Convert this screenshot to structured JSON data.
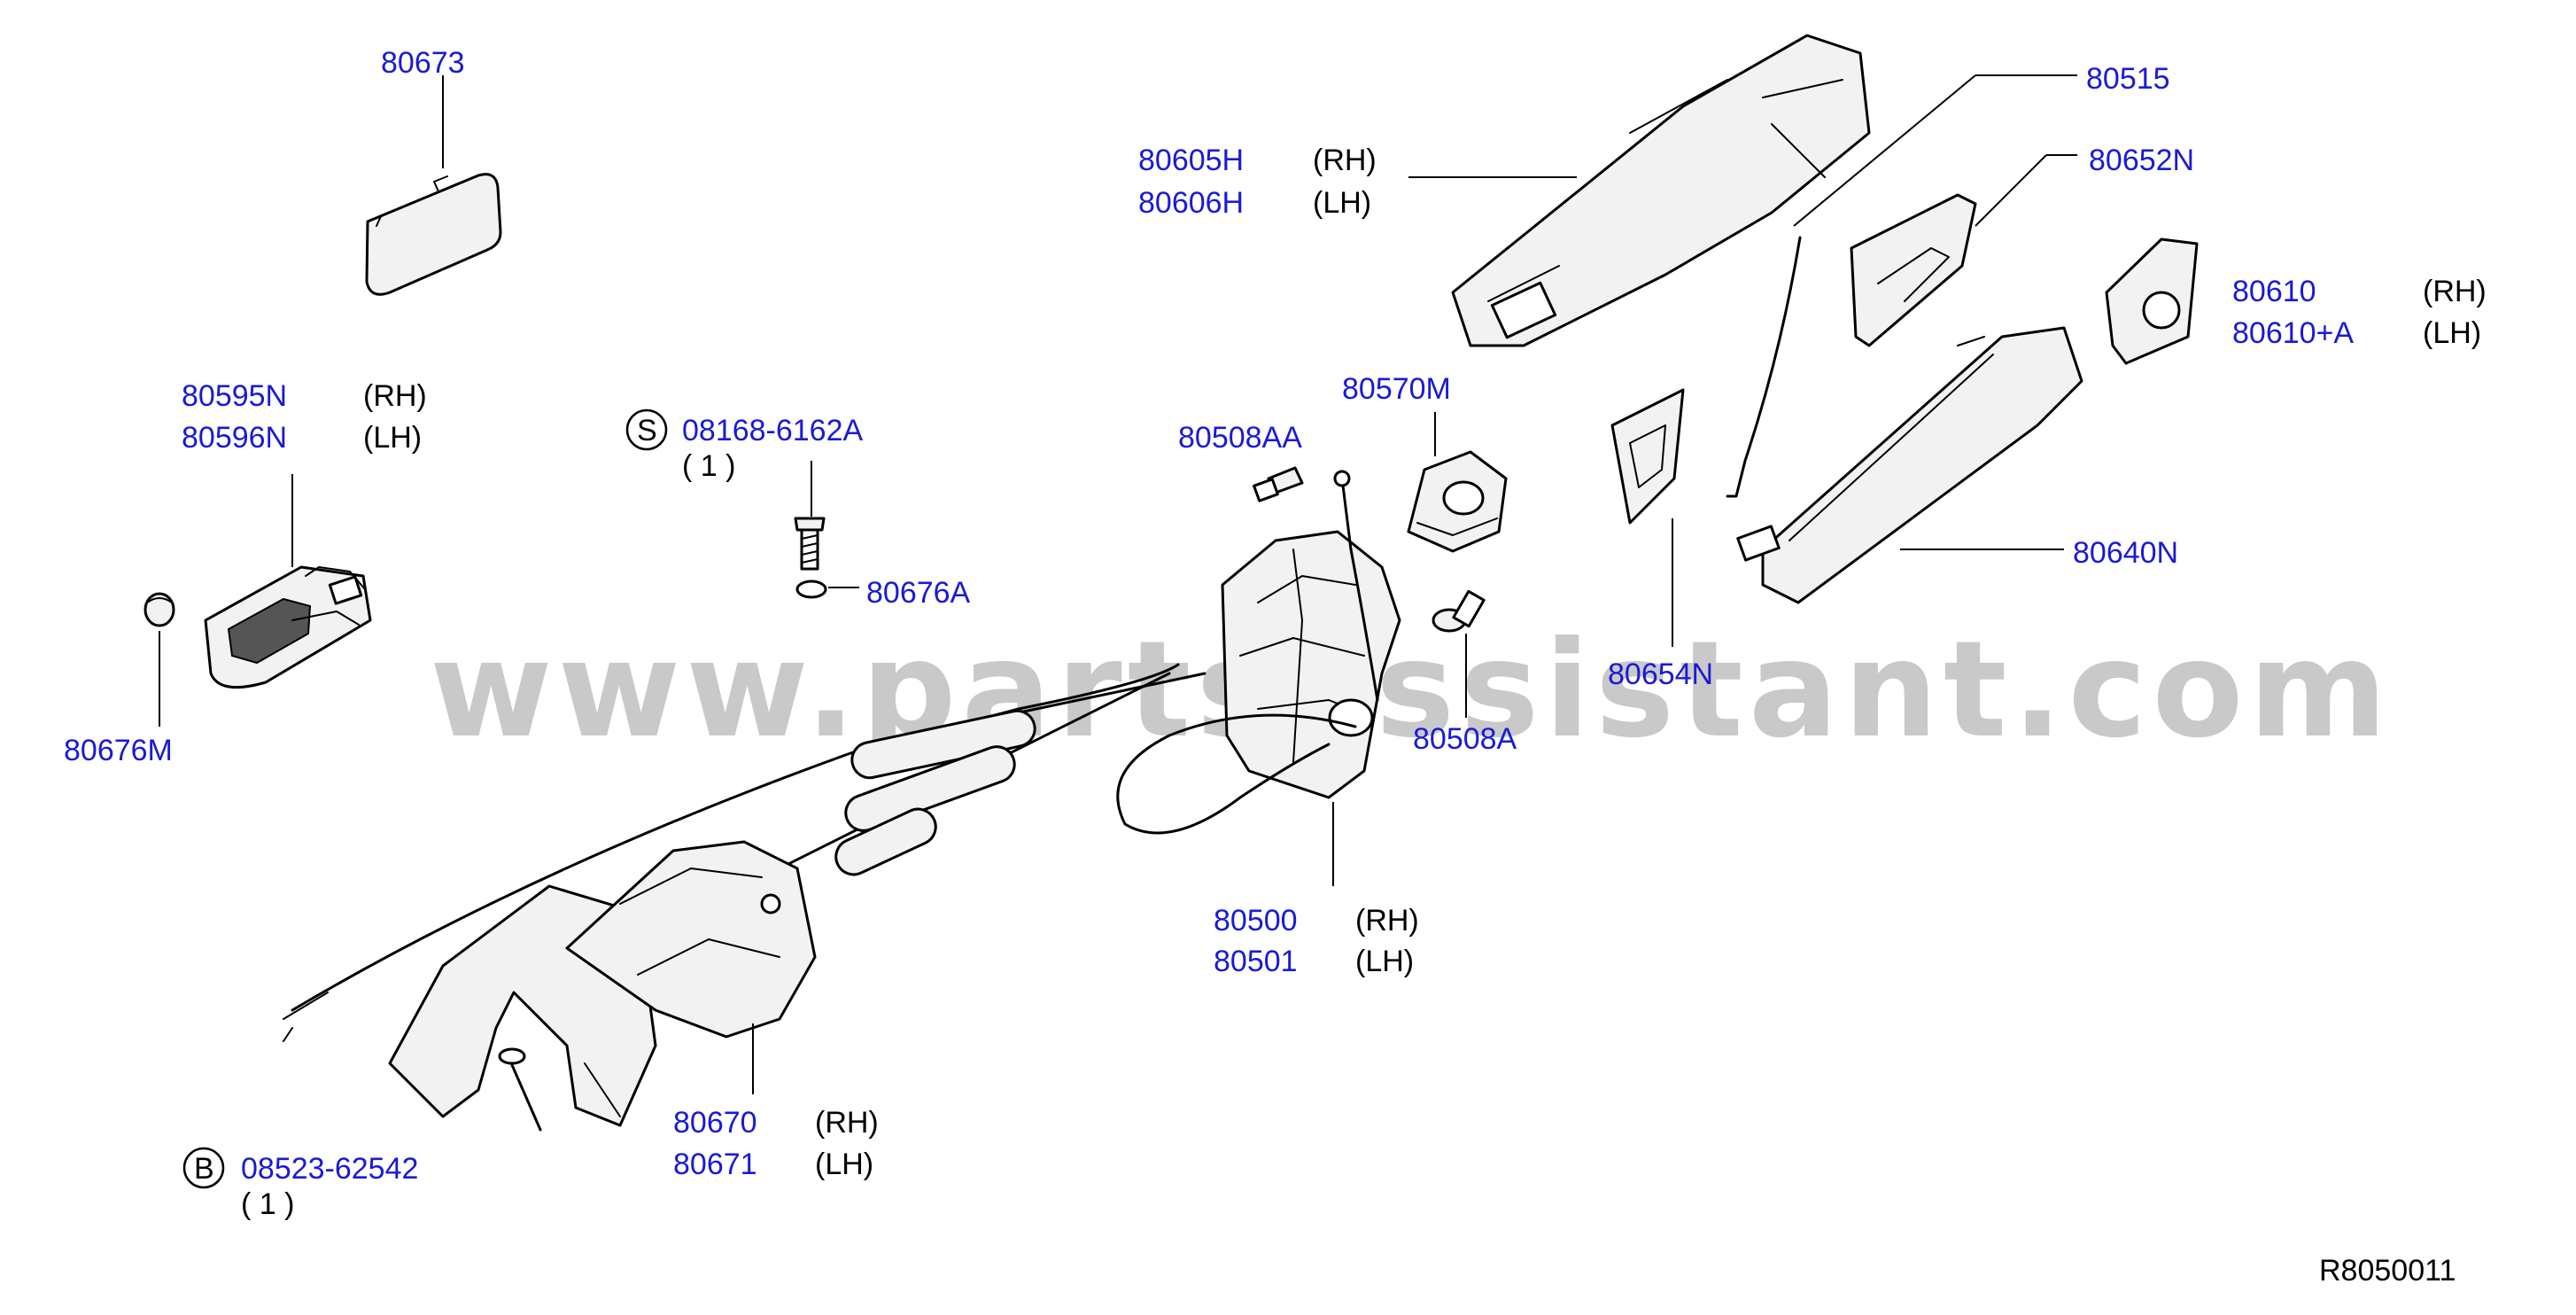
{
  "watermark": "www.partsassistant.com",
  "reference_code": "R8050011",
  "callouts": {
    "p80673": {
      "pn": "80673"
    },
    "p80595": {
      "pn_rh": "80595N",
      "side_rh": "(RH)",
      "pn_lh": "80596N",
      "side_lh": "(LH)"
    },
    "p80676M": {
      "pn": "80676M"
    },
    "s_screw": {
      "symbol": "S",
      "pn": "08168-6162A",
      "qty": "( 1 )"
    },
    "p80676A": {
      "pn": "80676A"
    },
    "p80508AA": {
      "pn": "80508AA"
    },
    "p80570M": {
      "pn": "80570M"
    },
    "p80508A": {
      "pn": "80508A"
    },
    "p80500": {
      "pn_rh": "80500",
      "side_rh": "(RH)",
      "pn_lh": "80501",
      "side_lh": "(LH)"
    },
    "p80605": {
      "pn_rh": "80605H",
      "side_rh": "(RH)",
      "pn_lh": "80606H",
      "side_lh": "(LH)"
    },
    "p80515": {
      "pn": "80515"
    },
    "p80652N": {
      "pn": "80652N"
    },
    "p80610": {
      "pn_rh": "80610",
      "side_rh": "(RH)",
      "pn_lh": "80610+A",
      "side_lh": "(LH)"
    },
    "p80640N": {
      "pn": "80640N"
    },
    "p80654N": {
      "pn": "80654N"
    },
    "p80670": {
      "pn_rh": "80670",
      "side_rh": "(RH)",
      "pn_lh": "80671",
      "side_lh": "(LH)"
    },
    "b_bolt": {
      "symbol": "B",
      "pn": "08523-62542",
      "qty": "( 1 )"
    }
  },
  "colors": {
    "part_number": "#1a1ad6",
    "watermark": "#c9c9c9",
    "line": "#000000"
  }
}
